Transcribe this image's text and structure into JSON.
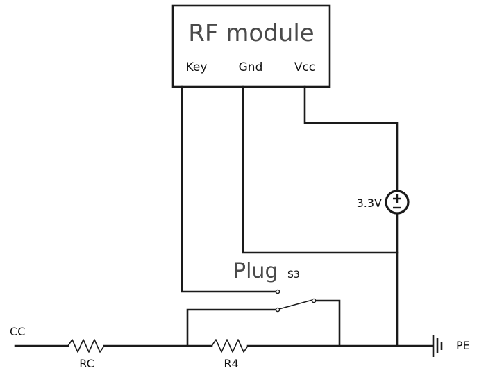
{
  "module": {
    "title": "RF module",
    "pins": {
      "key": "Key",
      "gnd": "Gnd",
      "vcc": "Vcc"
    }
  },
  "source": {
    "label": "3.3V"
  },
  "plug": {
    "label": "Plug",
    "switch_label": "S3"
  },
  "terminals": {
    "cc": "CC",
    "pe": "PE"
  },
  "resistors": {
    "rc": "RC",
    "r4": "R4"
  }
}
